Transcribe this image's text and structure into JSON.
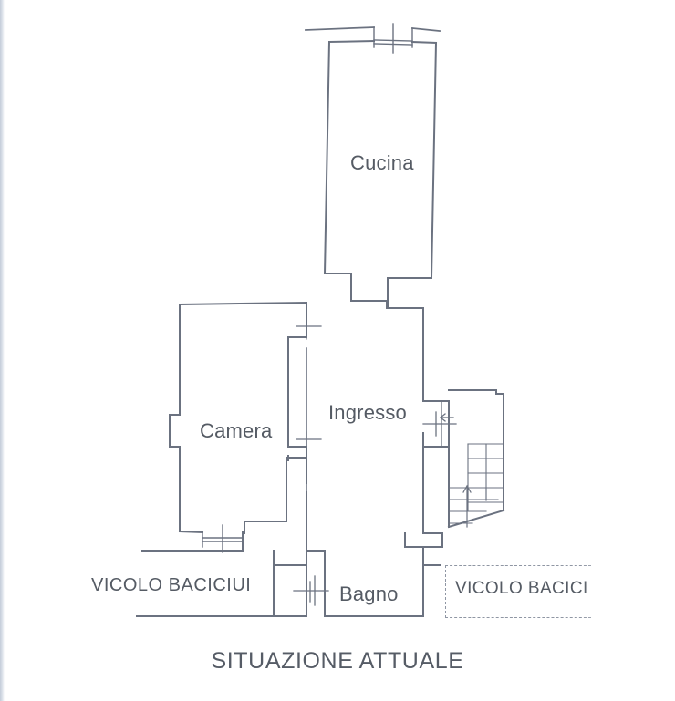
{
  "document": {
    "type": "floor-plan",
    "title": "SITUAZIONE ATTUALE",
    "language": "it"
  },
  "rooms": [
    {
      "id": "cucina",
      "label": "Cucina"
    },
    {
      "id": "camera",
      "label": "Camera"
    },
    {
      "id": "ingresso",
      "label": "Ingresso"
    },
    {
      "id": "bagno",
      "label": "Bagno"
    }
  ],
  "street_labels": [
    {
      "id": "vicolo-left",
      "label": "VICOLO BACICIUI"
    },
    {
      "id": "vicolo-right",
      "label": "VICOLO BACICI"
    }
  ],
  "features": {
    "staircase": "stairs-with-up-arrow",
    "entry_door": "door-swing-arrow-left",
    "doors": [
      "cucina-top-door",
      "camera-bottom-door",
      "bagno-left-door"
    ]
  },
  "colors": {
    "wall": "#6b7280",
    "background": "#ffffff",
    "text": "#555b64",
    "scan_edge": "#c3cbd8"
  }
}
